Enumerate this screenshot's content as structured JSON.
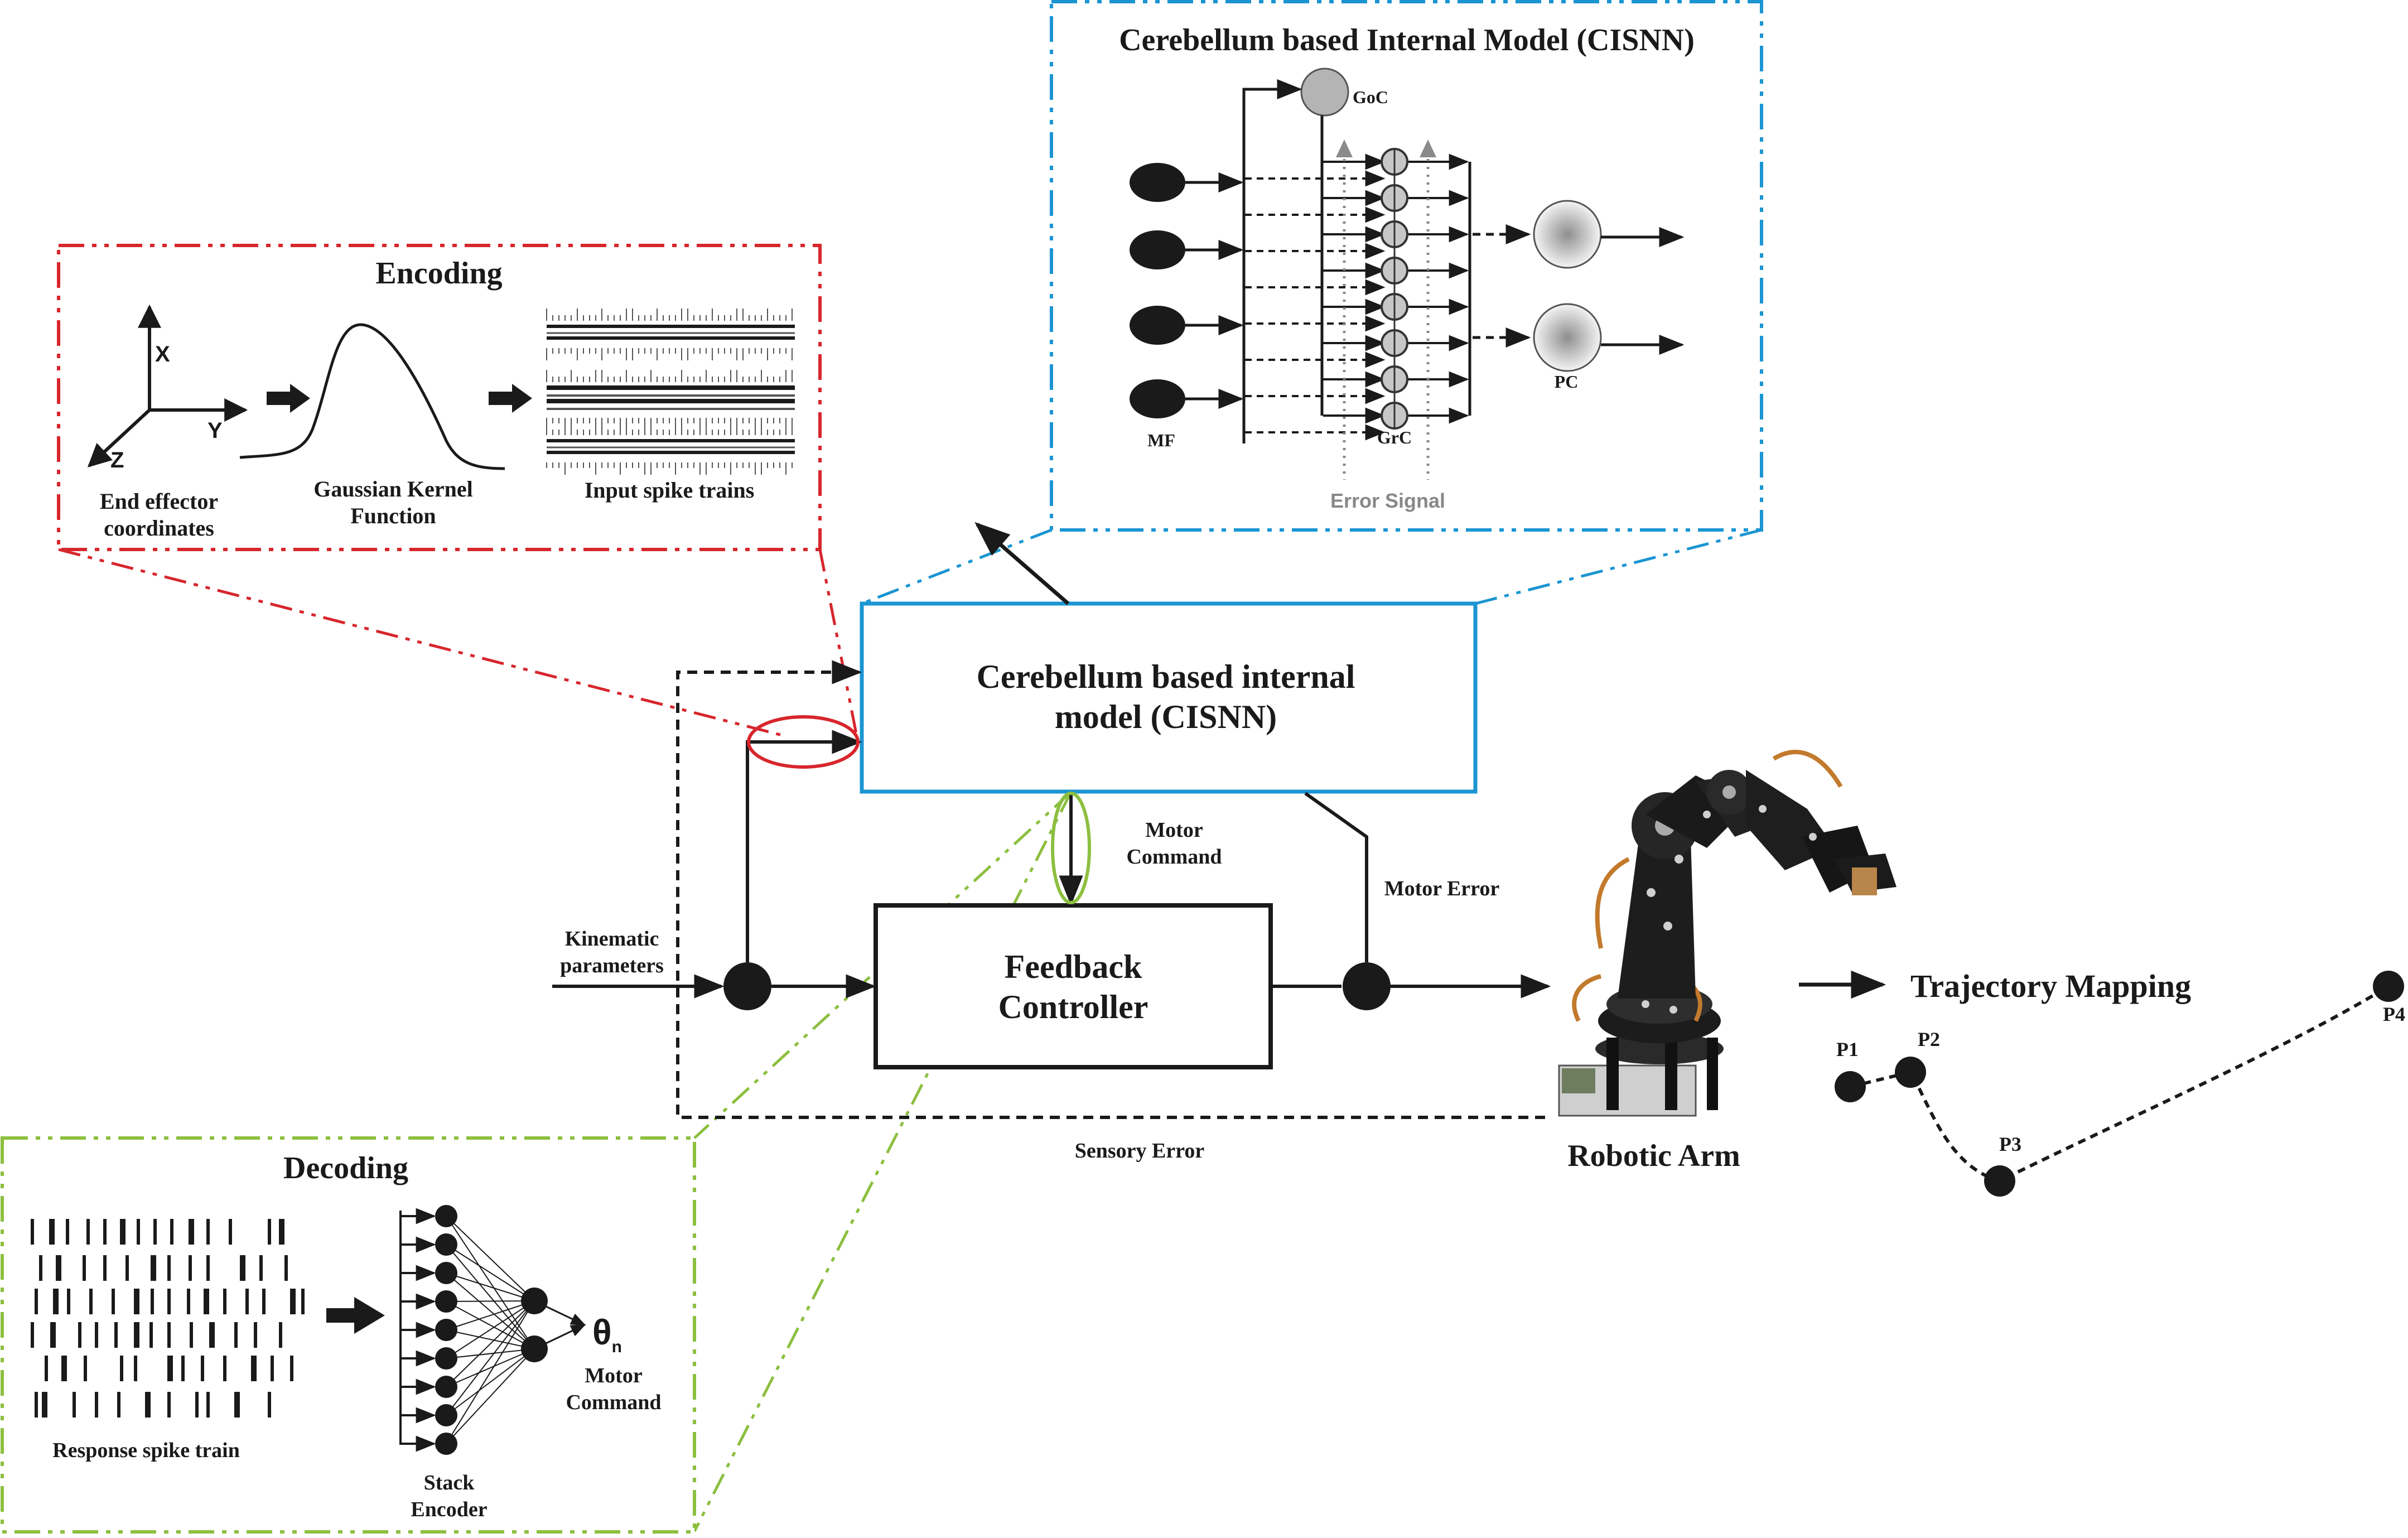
{
  "encoding": {
    "title": "Encoding",
    "axis_x": "X",
    "axis_y": "Y",
    "axis_z": "Z",
    "coords_line1": "End effector",
    "coords_line2": "coordinates",
    "gauss_line1": "Gaussian Kernel",
    "gauss_line2": "Function",
    "spikes_label": "Input spike trains",
    "border_color": "#d7262c"
  },
  "cisnn_detail": {
    "title": "Cerebellum based Internal Model (CISNN)",
    "goc": "GoC",
    "grc": "GrC",
    "mf": "MF",
    "pc": "PC",
    "error_signal": "Error Signal",
    "border_color": "#1b95d2"
  },
  "main": {
    "cisnn_line1": "Cerebellum based internal",
    "cisnn_line2": "model (CISNN)",
    "motor_command_line1": "Motor",
    "motor_command_line2": "Command",
    "motor_error": "Motor Error",
    "kinematic_line1": "Kinematic",
    "kinematic_line2": "parameters",
    "feedback_line1": "Feedback",
    "feedback_line2": "Controller",
    "sensory_error": "Sensory Error",
    "robotic_arm": "Robotic Arm",
    "trajectory": "Trajectory Mapping",
    "cisnn_box_color": "#1b95d2"
  },
  "trajectory_points": [
    "P1",
    "P2",
    "P3",
    "P4"
  ],
  "decoding": {
    "title": "Decoding",
    "response_label": "Response spike train",
    "stack_line1": "Stack",
    "stack_line2": "Encoder",
    "theta": "θ",
    "theta_sub": "n",
    "motor_line1": "Motor",
    "motor_line2": "Command",
    "border_color": "#8cbf3f"
  }
}
